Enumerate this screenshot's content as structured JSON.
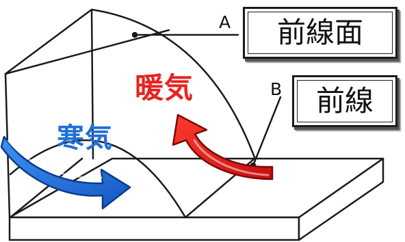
{
  "diagram": {
    "marker_a": "A",
    "marker_b": "B",
    "front_surface_label": "前線面",
    "front_label": "前線",
    "warm_air_label": "暖気",
    "cold_air_label": "寒気"
  },
  "colors": {
    "warm_air": "#e8231f",
    "cold_air": "#1f6fd6",
    "outline": "#1a1a1a"
  }
}
